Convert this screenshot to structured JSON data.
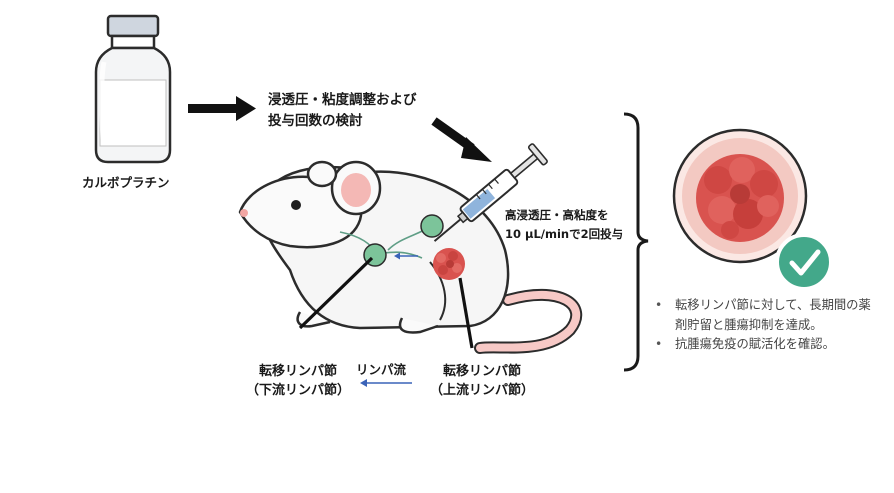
{
  "drug": {
    "label": "カルボプラチン"
  },
  "formulation_step": {
    "line1": "浸透圧・粘度調整および",
    "line2": "投与回数の検討"
  },
  "injection": {
    "line1": "高浸透圧・高粘度を",
    "line2": "10 μL/minで2回投与"
  },
  "lymph_nodes": {
    "downstream": {
      "line1": "転移リンパ節",
      "line2": "（下流リンパ節）"
    },
    "upstream": {
      "line1": "転移リンパ節",
      "line2": "（上流リンパ節）"
    },
    "flow_label": "リンパ流"
  },
  "results": [
    "転移リンパ節に対して、長期間の薬剤貯留と腫瘍抑制を達成。",
    "抗腫瘍免疫の賦活化を確認。"
  ],
  "colors": {
    "tumor": "#d9534f",
    "check": "#43a88a",
    "lymph_node": "#7cc49a",
    "mouse_ear": "#f4b8b5",
    "syringe_liquid": "#8fb4dc",
    "arrow_blue": "#3a63b8"
  },
  "icons": [
    "vial-icon",
    "mouse-illustration",
    "syringe-icon",
    "tumor-icon",
    "checkmark-icon"
  ]
}
